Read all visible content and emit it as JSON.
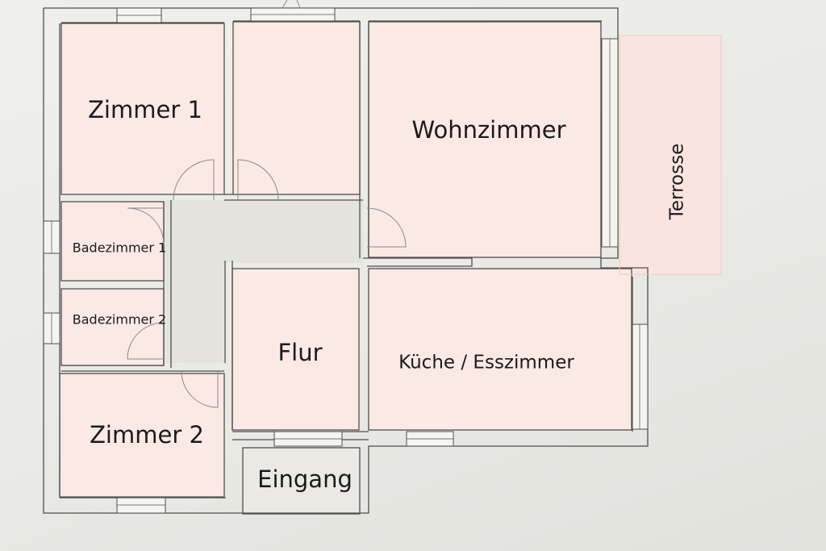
{
  "floorplan": {
    "rooms": {
      "zimmer1": "Zimmer 1",
      "wohnzimmer": "Wohnzimmer",
      "terrasse": "Terrosse",
      "badezimmer1": "Badezimmer 1",
      "badezimmer2": "Badezimmer 2",
      "flur": "Flur",
      "kueche": "Küche / Esszimmer",
      "zimmer2": "Zimmer 2",
      "eingang": "Eingang"
    },
    "colors": {
      "wall": "#4f4f4f",
      "room_fill": "#fbe9e5",
      "terrace_fill": "#f9e4df",
      "hall_fill": "#e6e6df",
      "door_swing": "#8a8a8a",
      "window_fill": "#f4f4f1"
    }
  }
}
